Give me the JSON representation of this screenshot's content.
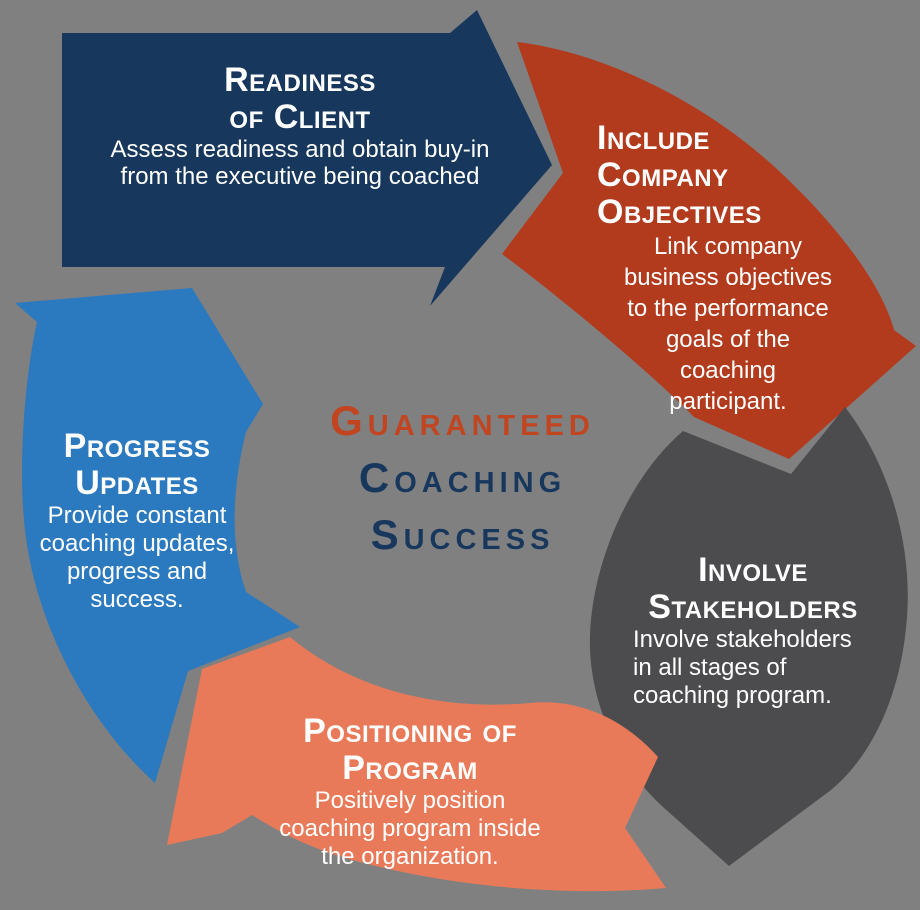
{
  "background_color": "#808080",
  "center_title": {
    "lines": [
      "Guaranteed",
      "Coaching",
      "Success"
    ],
    "line_colors": [
      "#c04520",
      "#17375d",
      "#17375d"
    ]
  },
  "steps": [
    {
      "id": "readiness-of-client",
      "color": "#17375d",
      "heading_lines": [
        "Readiness",
        "of Client"
      ],
      "body_lines": [
        "Assess readiness and obtain buy-in",
        "from the executive being coached"
      ]
    },
    {
      "id": "include-company-objectives",
      "color": "#b23a1d",
      "heading_lines": [
        "Include",
        "Company",
        "Objectives"
      ],
      "body_lines": [
        "Link company",
        "business objectives",
        "to the performance",
        "goals of the",
        "coaching",
        "participant."
      ]
    },
    {
      "id": "involve-stakeholders",
      "color": "#4c4c4e",
      "heading_lines": [
        "Involve",
        "Stakeholders"
      ],
      "body_lines": [
        "Involve stakeholders",
        "in all stages of",
        "coaching program."
      ]
    },
    {
      "id": "positioning-of-program",
      "color": "#e97a59",
      "heading_lines": [
        "Positioning of",
        "Program"
      ],
      "body_lines": [
        "Positively position",
        "coaching program inside",
        "the organization."
      ]
    },
    {
      "id": "progress-updates",
      "color": "#2b79bf",
      "heading_lines": [
        "Progress",
        "Updates"
      ],
      "body_lines": [
        "Provide constant",
        "coaching updates,",
        "progress and",
        "success."
      ]
    }
  ],
  "text_color": "#ffffff"
}
